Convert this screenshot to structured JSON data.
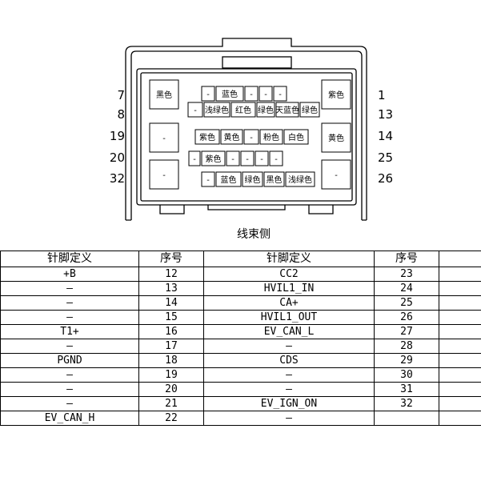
{
  "diagram": {
    "side_label": "线束侧",
    "left_pins": [
      "7",
      "8",
      "19",
      "20",
      "32"
    ],
    "right_pins": [
      "1",
      "13",
      "14",
      "25",
      "26"
    ],
    "big_cells": [
      "黑色",
      "-",
      "-",
      "紫色",
      "黄色",
      "-"
    ],
    "row1": [
      "-",
      "蓝色",
      "-",
      "-",
      "-"
    ],
    "row2": [
      "-",
      "浅绿色",
      "红色",
      "绿色",
      "天蓝色",
      "绿色"
    ],
    "row3": [
      "紫色",
      "黄色",
      "-",
      "粉色",
      "白色"
    ],
    "row4": [
      "-",
      "紫色",
      "-",
      "-",
      "-",
      "-"
    ],
    "row5": [
      "-",
      "蓝色",
      "绿色",
      "黑色",
      "浅绿色"
    ]
  },
  "table": {
    "headers": [
      "针脚定义",
      "序号",
      "针脚定义",
      "序号",
      ""
    ],
    "rows": [
      [
        "+B",
        "12",
        "CC2",
        "23",
        ""
      ],
      [
        "–",
        "13",
        "HVIL1_IN",
        "24",
        ""
      ],
      [
        "–",
        "14",
        "CA+",
        "25",
        ""
      ],
      [
        "–",
        "15",
        "HVIL1_OUT",
        "26",
        ""
      ],
      [
        "T1+",
        "16",
        "EV_CAN_L",
        "27",
        ""
      ],
      [
        "–",
        "17",
        "–",
        "28",
        ""
      ],
      [
        "PGND",
        "18",
        "CDS",
        "29",
        ""
      ],
      [
        "–",
        "19",
        "–",
        "30",
        ""
      ],
      [
        "–",
        "20",
        "–",
        "31",
        ""
      ],
      [
        "–",
        "21",
        "EV_IGN_ON",
        "32",
        ""
      ],
      [
        "EV_CAN_H",
        "22",
        "–",
        "",
        ""
      ]
    ]
  }
}
